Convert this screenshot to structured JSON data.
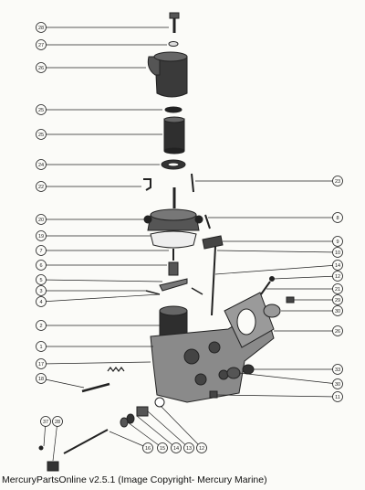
{
  "caption": "MercuryPartsOnline v2.5.1 (Image Copyright- Mercury Marine)",
  "colors": {
    "ink": "#222222",
    "paper": "#fbfbf8",
    "part_dark": "#3a3a3a",
    "part_mid": "#8a8a8a"
  },
  "callouts": [
    {
      "label": "28",
      "side": "left"
    },
    {
      "label": "27",
      "side": "left"
    },
    {
      "label": "26",
      "side": "left"
    },
    {
      "label": "25",
      "side": "left"
    },
    {
      "label": "25",
      "side": "left"
    },
    {
      "label": "24",
      "side": "left"
    },
    {
      "label": "22",
      "side": "left"
    },
    {
      "label": "20",
      "side": "left"
    },
    {
      "label": "19",
      "side": "left"
    },
    {
      "label": "7",
      "side": "left"
    },
    {
      "label": "6",
      "side": "left"
    },
    {
      "label": "5",
      "side": "left"
    },
    {
      "label": "3",
      "side": "left"
    },
    {
      "label": "4",
      "side": "left"
    },
    {
      "label": "2",
      "side": "left"
    },
    {
      "label": "1",
      "side": "left"
    },
    {
      "label": "17",
      "side": "left"
    },
    {
      "label": "18",
      "side": "left"
    },
    {
      "label": "23",
      "side": "right"
    },
    {
      "label": "8",
      "side": "right"
    },
    {
      "label": "9",
      "side": "right"
    },
    {
      "label": "10",
      "side": "right"
    },
    {
      "label": "14",
      "side": "right"
    },
    {
      "label": "12",
      "side": "right"
    },
    {
      "label": "21",
      "side": "right"
    },
    {
      "label": "29",
      "side": "right"
    },
    {
      "label": "30",
      "side": "right"
    },
    {
      "label": "26",
      "side": "right"
    },
    {
      "label": "33",
      "side": "right"
    },
    {
      "label": "30",
      "side": "right"
    },
    {
      "label": "11",
      "side": "right"
    },
    {
      "label": "37",
      "side": "bottom"
    },
    {
      "label": "28",
      "side": "bottom"
    },
    {
      "label": "16",
      "side": "bottom"
    },
    {
      "label": "15",
      "side": "bottom"
    },
    {
      "label": "14",
      "side": "bottom"
    },
    {
      "label": "13",
      "side": "bottom"
    },
    {
      "label": "12",
      "side": "bottom"
    }
  ]
}
